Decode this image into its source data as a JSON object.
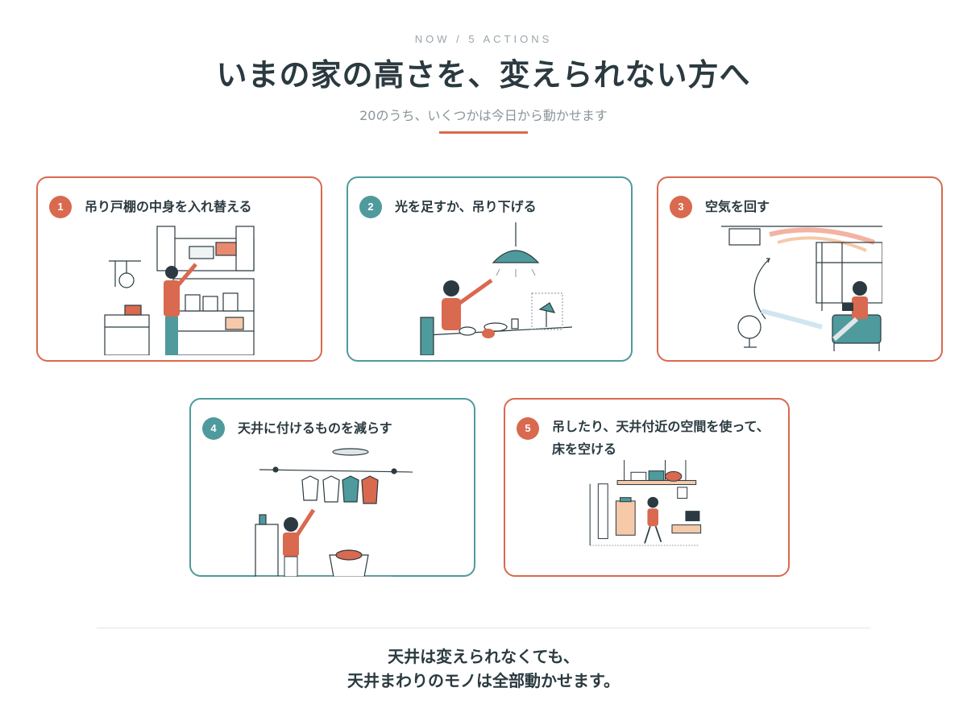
{
  "header": {
    "eyebrow": "NOW / 5 ACTIONS",
    "title": "いまの家の高さを、変えられない方へ",
    "subtitle": "20のうち、いくつかは今日から動かせます"
  },
  "actions": [
    {
      "number": "1",
      "label": "吊り戸棚の中身を入れ替える",
      "color": "#d9694f"
    },
    {
      "number": "2",
      "label": "光を足すか、吊り下げる",
      "color": "#4f9a9c"
    },
    {
      "number": "3",
      "label": "空気を回す",
      "color": "#d9694f"
    },
    {
      "number": "4",
      "label": "天井に付けるものを減らす",
      "color": "#4f9a9c"
    },
    {
      "number": "5",
      "label_line1": "吊したり、天井付近の空間を使って、",
      "label_line2": "床を空ける",
      "color": "#d9694f"
    }
  ],
  "closing": {
    "line1": "天井は変えられなくても、",
    "line2": "天井まわりのモノは全部動かせます。"
  },
  "colors": {
    "accent_red": "#d9694f",
    "accent_teal": "#4f9a9c",
    "text": "#2b3a40"
  }
}
